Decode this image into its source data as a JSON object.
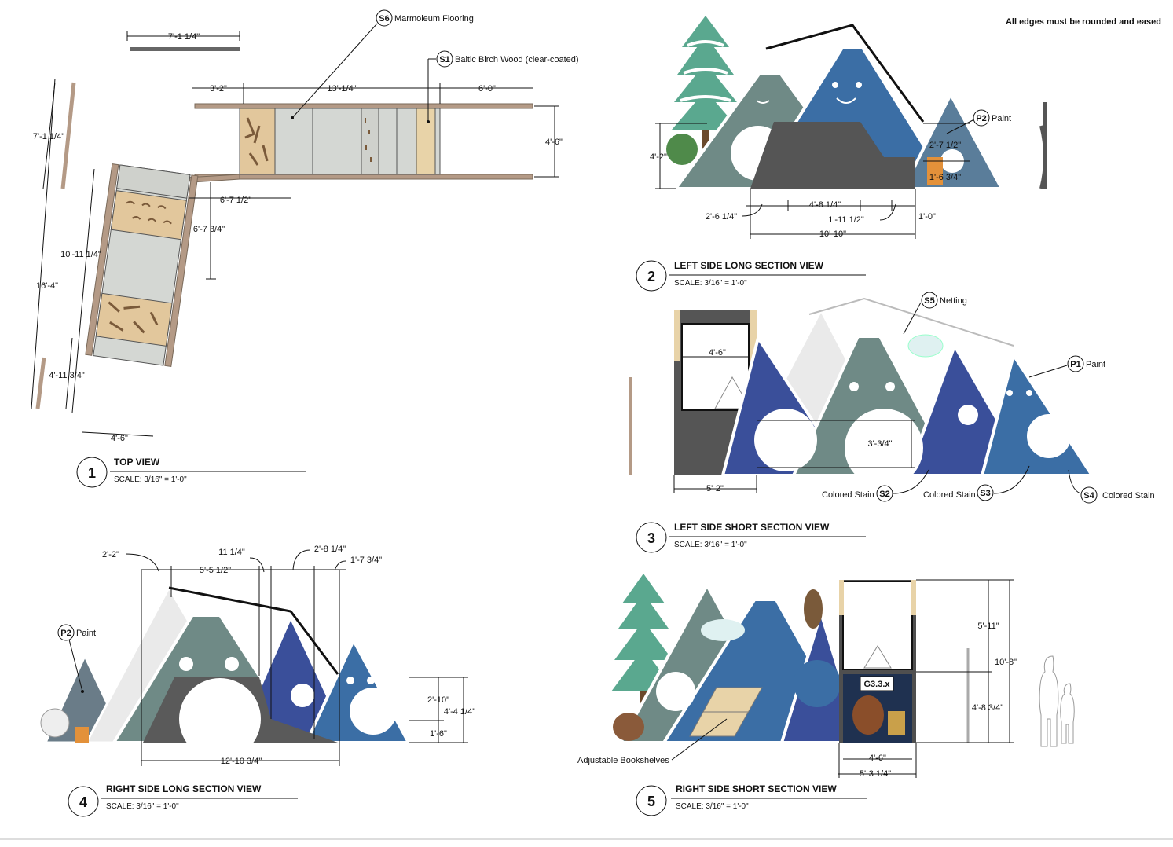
{
  "general_note": "All edges must be rounded and eased",
  "views": [
    {
      "number": "1",
      "title": "TOP VIEW",
      "scale": "SCALE: 3/16\" = 1'-0\""
    },
    {
      "number": "2",
      "title": "LEFT SIDE LONG SECTION VIEW",
      "scale": "SCALE: 3/16\" = 1'-0\""
    },
    {
      "number": "3",
      "title": "LEFT SIDE SHORT SECTION VIEW",
      "scale": "SCALE: 3/16\" = 1'-0\""
    },
    {
      "number": "4",
      "title": "RIGHT SIDE LONG SECTION VIEW",
      "scale": "SCALE: 3/16\" = 1'-0\""
    },
    {
      "number": "5",
      "title": "RIGHT SIDE SHORT SECTION VIEW",
      "scale": "SCALE: 3/16\" = 1'-0\""
    }
  ],
  "materials": {
    "s6": {
      "tag": "S6",
      "label": "Marmoleum Flooring"
    },
    "s1": {
      "tag": "S1",
      "label": "Baltic Birch Wood (clear-coated)"
    },
    "p2_top": {
      "tag": "P2",
      "label": "Paint"
    },
    "s5": {
      "tag": "S5",
      "label": "Netting"
    },
    "p1": {
      "tag": "P1",
      "label": "Paint"
    },
    "s2": {
      "tag": "S2",
      "label": "Colored Stain"
    },
    "s3": {
      "tag": "S3",
      "label": "Colored Stain"
    },
    "s4": {
      "tag": "S4",
      "label": "Colored Stain"
    },
    "p2_right": {
      "tag": "P2",
      "label": "Paint"
    },
    "shelves": {
      "label": "Adjustable Bookshelves"
    },
    "graphic": {
      "label": "G3.3.x"
    }
  },
  "top_view_dims": {
    "d1": "7'-1 1/4\"",
    "d2": "3'-2\"",
    "d3": "13'-1/4\"",
    "d4": "6'-0\"",
    "d5": "4'-6\"",
    "d6": "7'-1 1/4\"",
    "d7": "6'-7 1/2\"",
    "d8": "6'-7 3/4\"",
    "d9": "10'-11 1/4\"",
    "d10": "16'-4\"",
    "d11": "4'-11 3/4\"",
    "d12": "4'-6\""
  },
  "view2_dims": {
    "d1": "4'-2\"",
    "d2": "2'-7 1/2\"",
    "d3": "1'-6 3/4\"",
    "d4": "4'-8 1/4\"",
    "d5": "2'-6 1/4\"",
    "d6": "1'-11 1/2\"",
    "d7": "1'-0\"",
    "d8": "10'-10\""
  },
  "view3_dims": {
    "d1": "4'-6\"",
    "d2": "3'-3/4\"",
    "d3": "5'-2\""
  },
  "view4_dims": {
    "d1": "2'-2\"",
    "d2": "11 1/4\"",
    "d3": "2'-8 1/4\"",
    "d4": "1'-7 3/4\"",
    "d5": "5'-5 1/2\"",
    "d6": "2'-10\"",
    "d7": "4'-4 1/4\"",
    "d8": "1'-6\"",
    "d9": "12'-10 3/4\""
  },
  "view5_dims": {
    "d1": "5'-11\"",
    "d2": "10'-8\"",
    "d3": "4'-8 3/4\"",
    "d4": "4'-6\"",
    "d5": "5'-3 1/4\""
  },
  "colors": {
    "stain_blue": "#3b6ea5",
    "stain_dark": "#3a4f9a",
    "stain_gray": "#6f8a86",
    "birch": "#e8d3a8",
    "floor": "#c9ccc8",
    "dark": "#4a4a4a"
  }
}
